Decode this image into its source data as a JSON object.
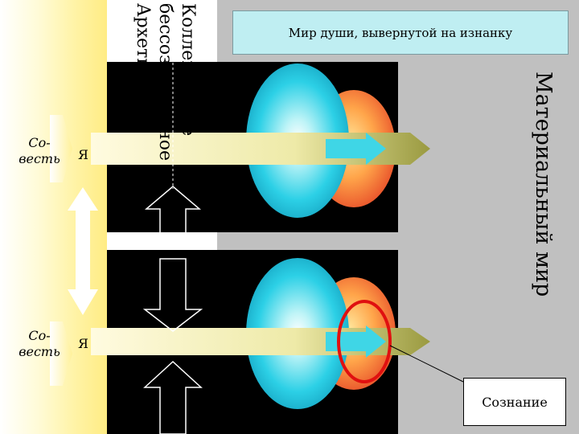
{
  "title": "Мир души, вывернутой на изнанку",
  "left_labels": {
    "conscience_top": "Со-\nвесть",
    "conscience_bottom": "Со-\nвесть",
    "ego_top": "Я",
    "ego_bottom": "Я"
  },
  "vertical_left": [
    "Коллективное",
    "бессознательное",
    "Архетипы"
  ],
  "vertical_right": "Материальный мир",
  "consciousness_label": "Сознание",
  "colors": {
    "sphere": "#2fd3e6",
    "back_sphere": "#ff8a3c",
    "beam": "#e8e7a0",
    "highlight": "#e01010"
  }
}
